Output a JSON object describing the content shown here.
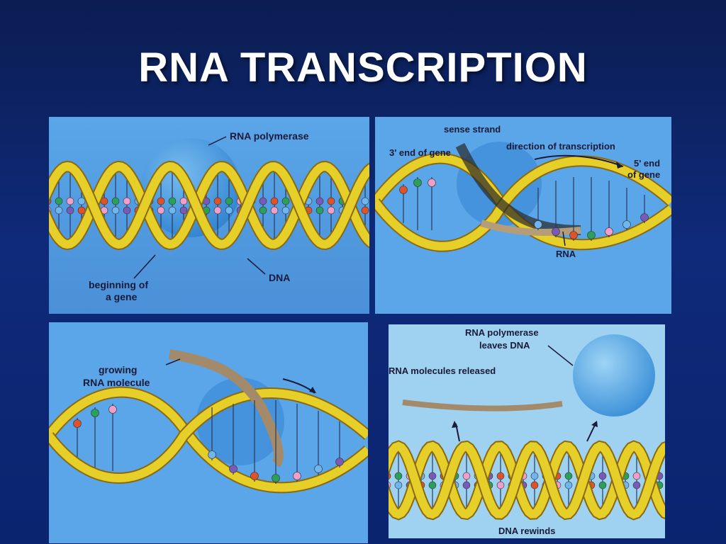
{
  "title": "RNA TRANSCRIPTION",
  "panel1": {
    "label_polymerase": "RNA polymerase",
    "label_dna": "DNA",
    "label_beginning_1": "beginning of",
    "label_beginning_2": "a gene"
  },
  "panel2": {
    "label_sense": "sense strand",
    "label_3end": "3' end of gene",
    "label_direction": "direction of transcription",
    "label_5end_1": "5' end",
    "label_5end_2": "of gene",
    "label_rna": "RNA"
  },
  "panel3": {
    "label_growing_1": "growing",
    "label_growing_2": "RNA molecule"
  },
  "panel4": {
    "label_leaves_1": "RNA polymerase",
    "label_leaves_2": "leaves DNA",
    "label_released": "RNA molecules released",
    "label_rewinds": "DNA rewinds"
  },
  "colors": {
    "strand": "#e7cf2a",
    "strand_edge": "#8a6a10",
    "panel_bg": "#4f9de0",
    "panel_bg_light": "#9fd2f0",
    "enzyme": "#3f9ae0",
    "base_red": "#e0522a",
    "base_green": "#2aa05a",
    "base_pink": "#f0a0c8",
    "base_blue": "#6fb6f0",
    "base_purple": "#7a5ab8"
  }
}
